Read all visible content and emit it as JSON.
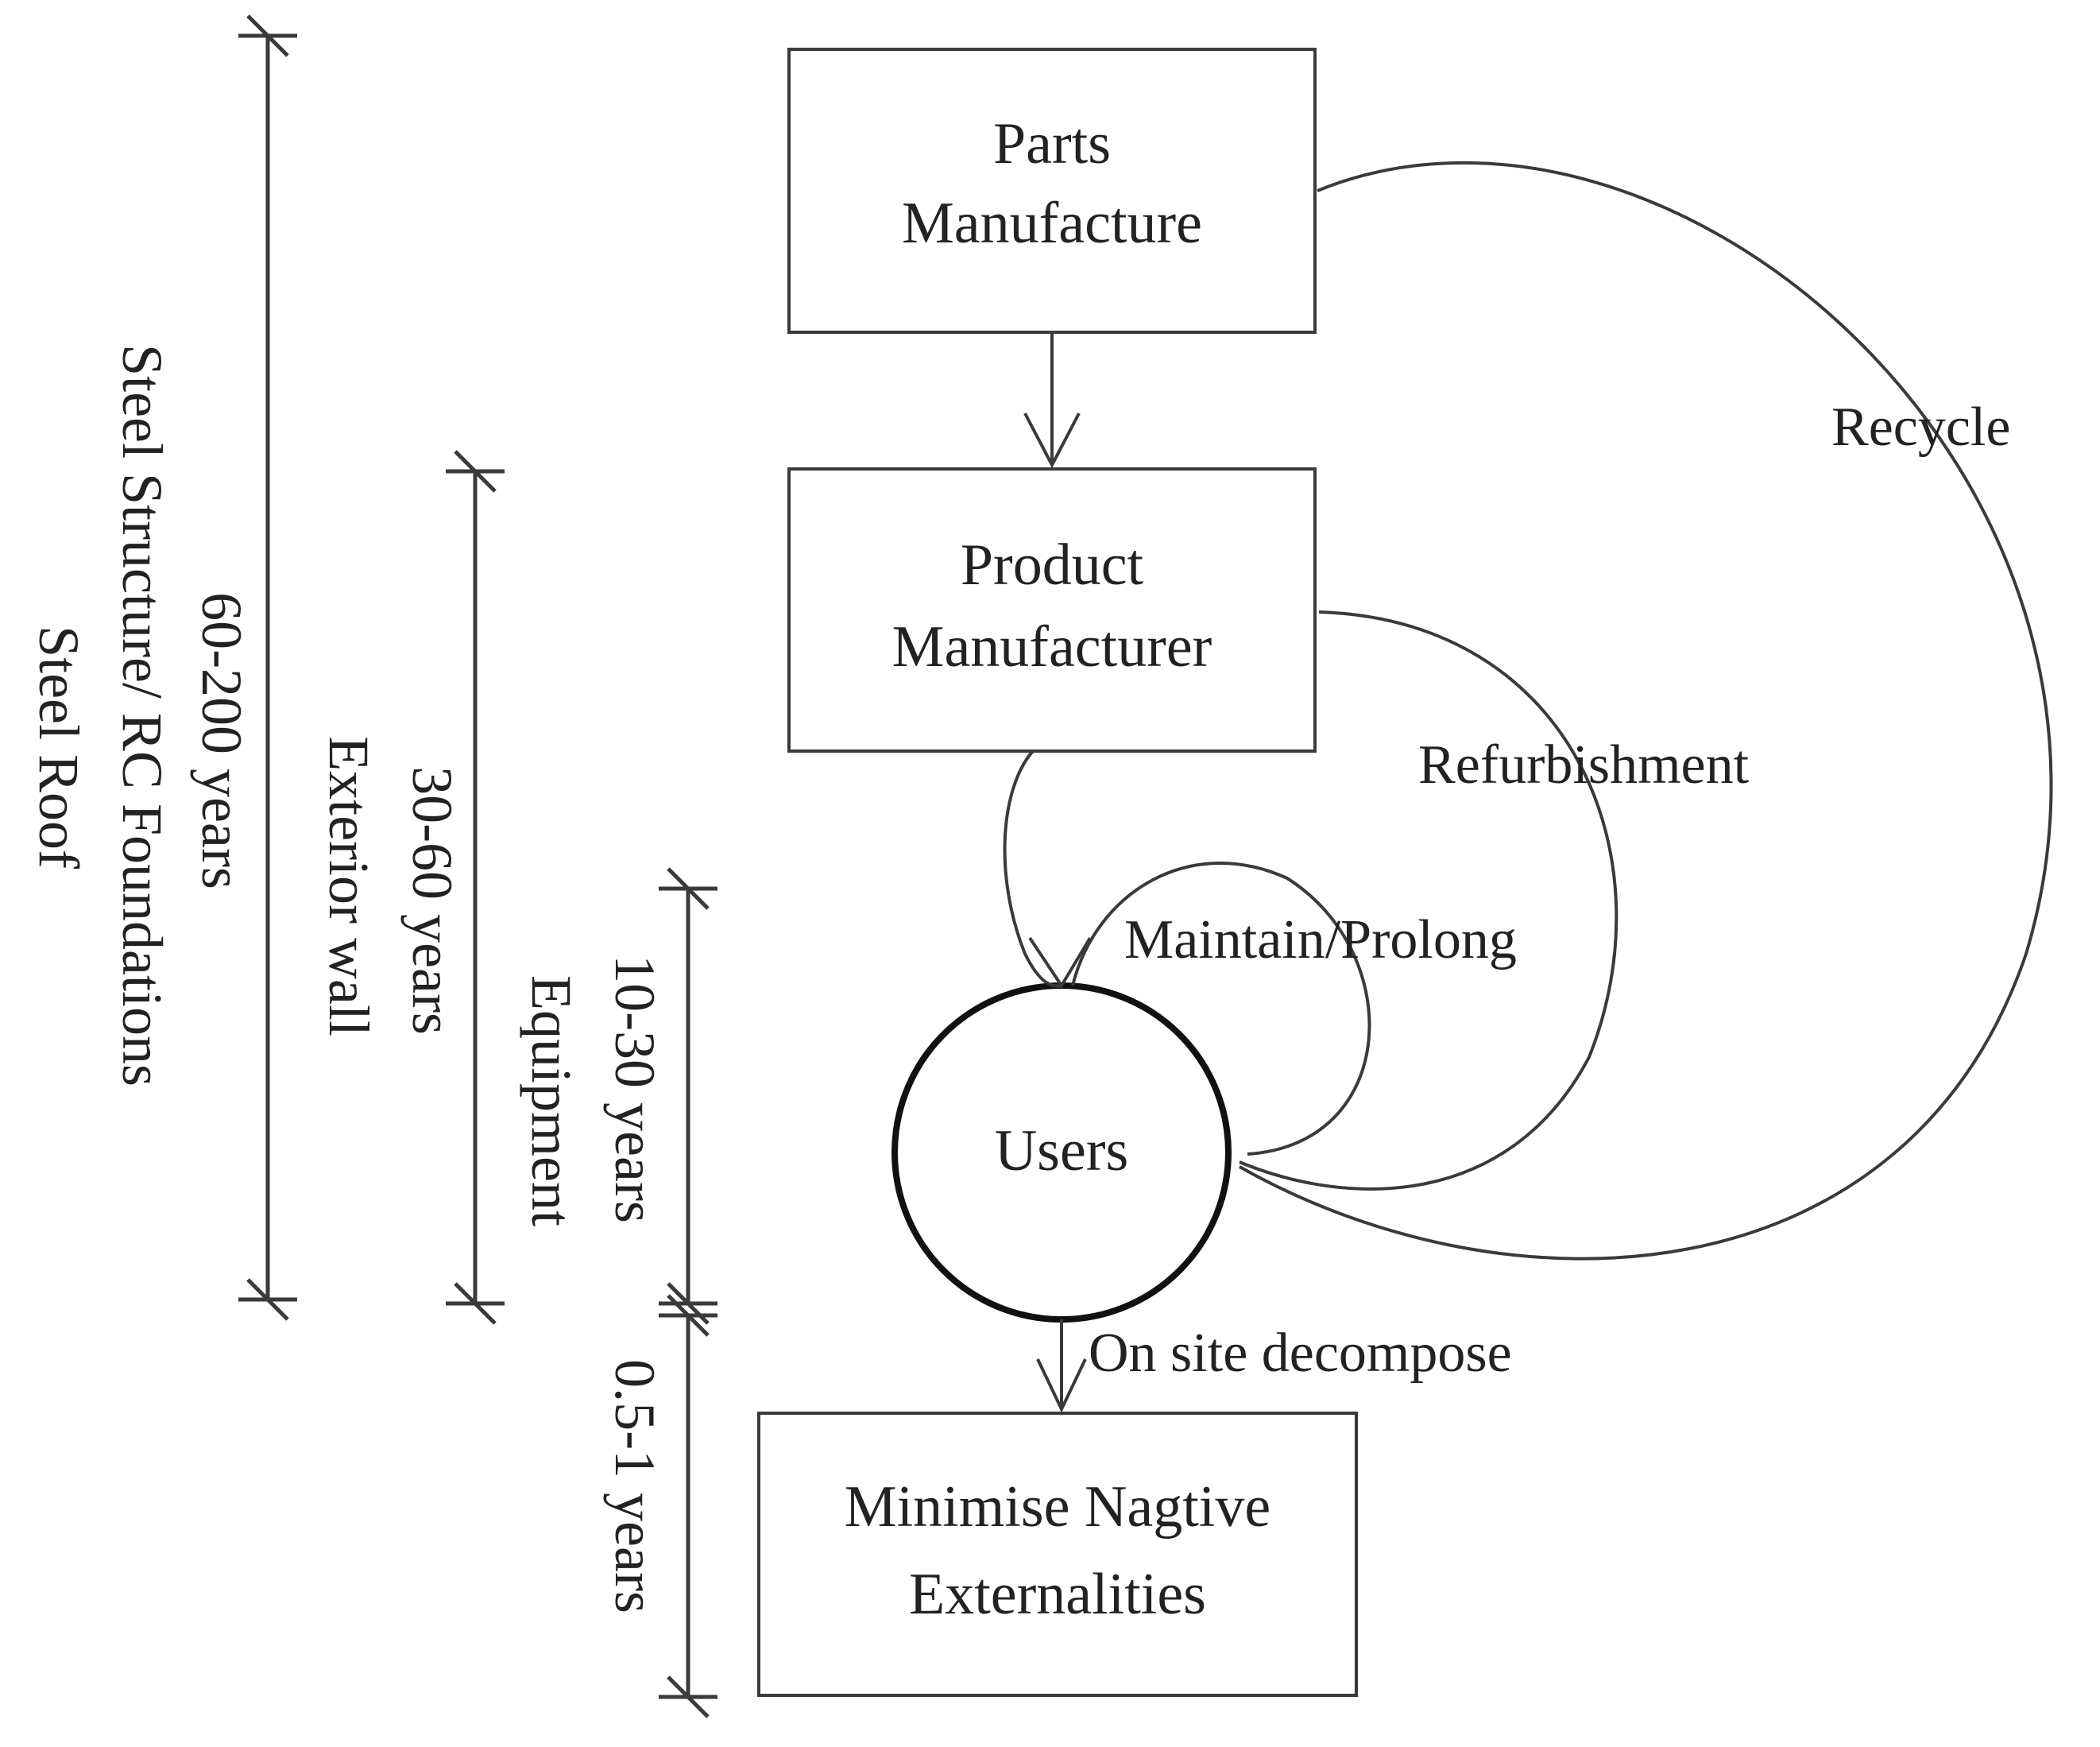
{
  "boxes": {
    "parts": {
      "line1": "Parts",
      "line2": "Manufacture"
    },
    "product": {
      "line1": "Product",
      "line2": "Manufacturer"
    },
    "users": {
      "label": "Users"
    },
    "minimise": {
      "line1": "Minimise Nagtive",
      "line2": "Externalities"
    }
  },
  "flows": {
    "recycle": "Recycle",
    "refurbishment": "Refurbishment",
    "maintain": "Maintain/Prolong",
    "decompose": "On site decompose"
  },
  "timelines": {
    "t1": {
      "years": "60-200 years",
      "component_line1": "Steel Structure/ RC Foundations",
      "component_line2": "Steel Roof"
    },
    "t2": {
      "years": "30-60 years",
      "component": "Exterior wall"
    },
    "t3": {
      "years": "10-30 years",
      "component": "Equipment"
    },
    "t4": {
      "years": "0.5-1 years"
    }
  },
  "colors": {
    "stroke": "#3a3a3a",
    "text": "#222222",
    "background": "#ffffff"
  }
}
